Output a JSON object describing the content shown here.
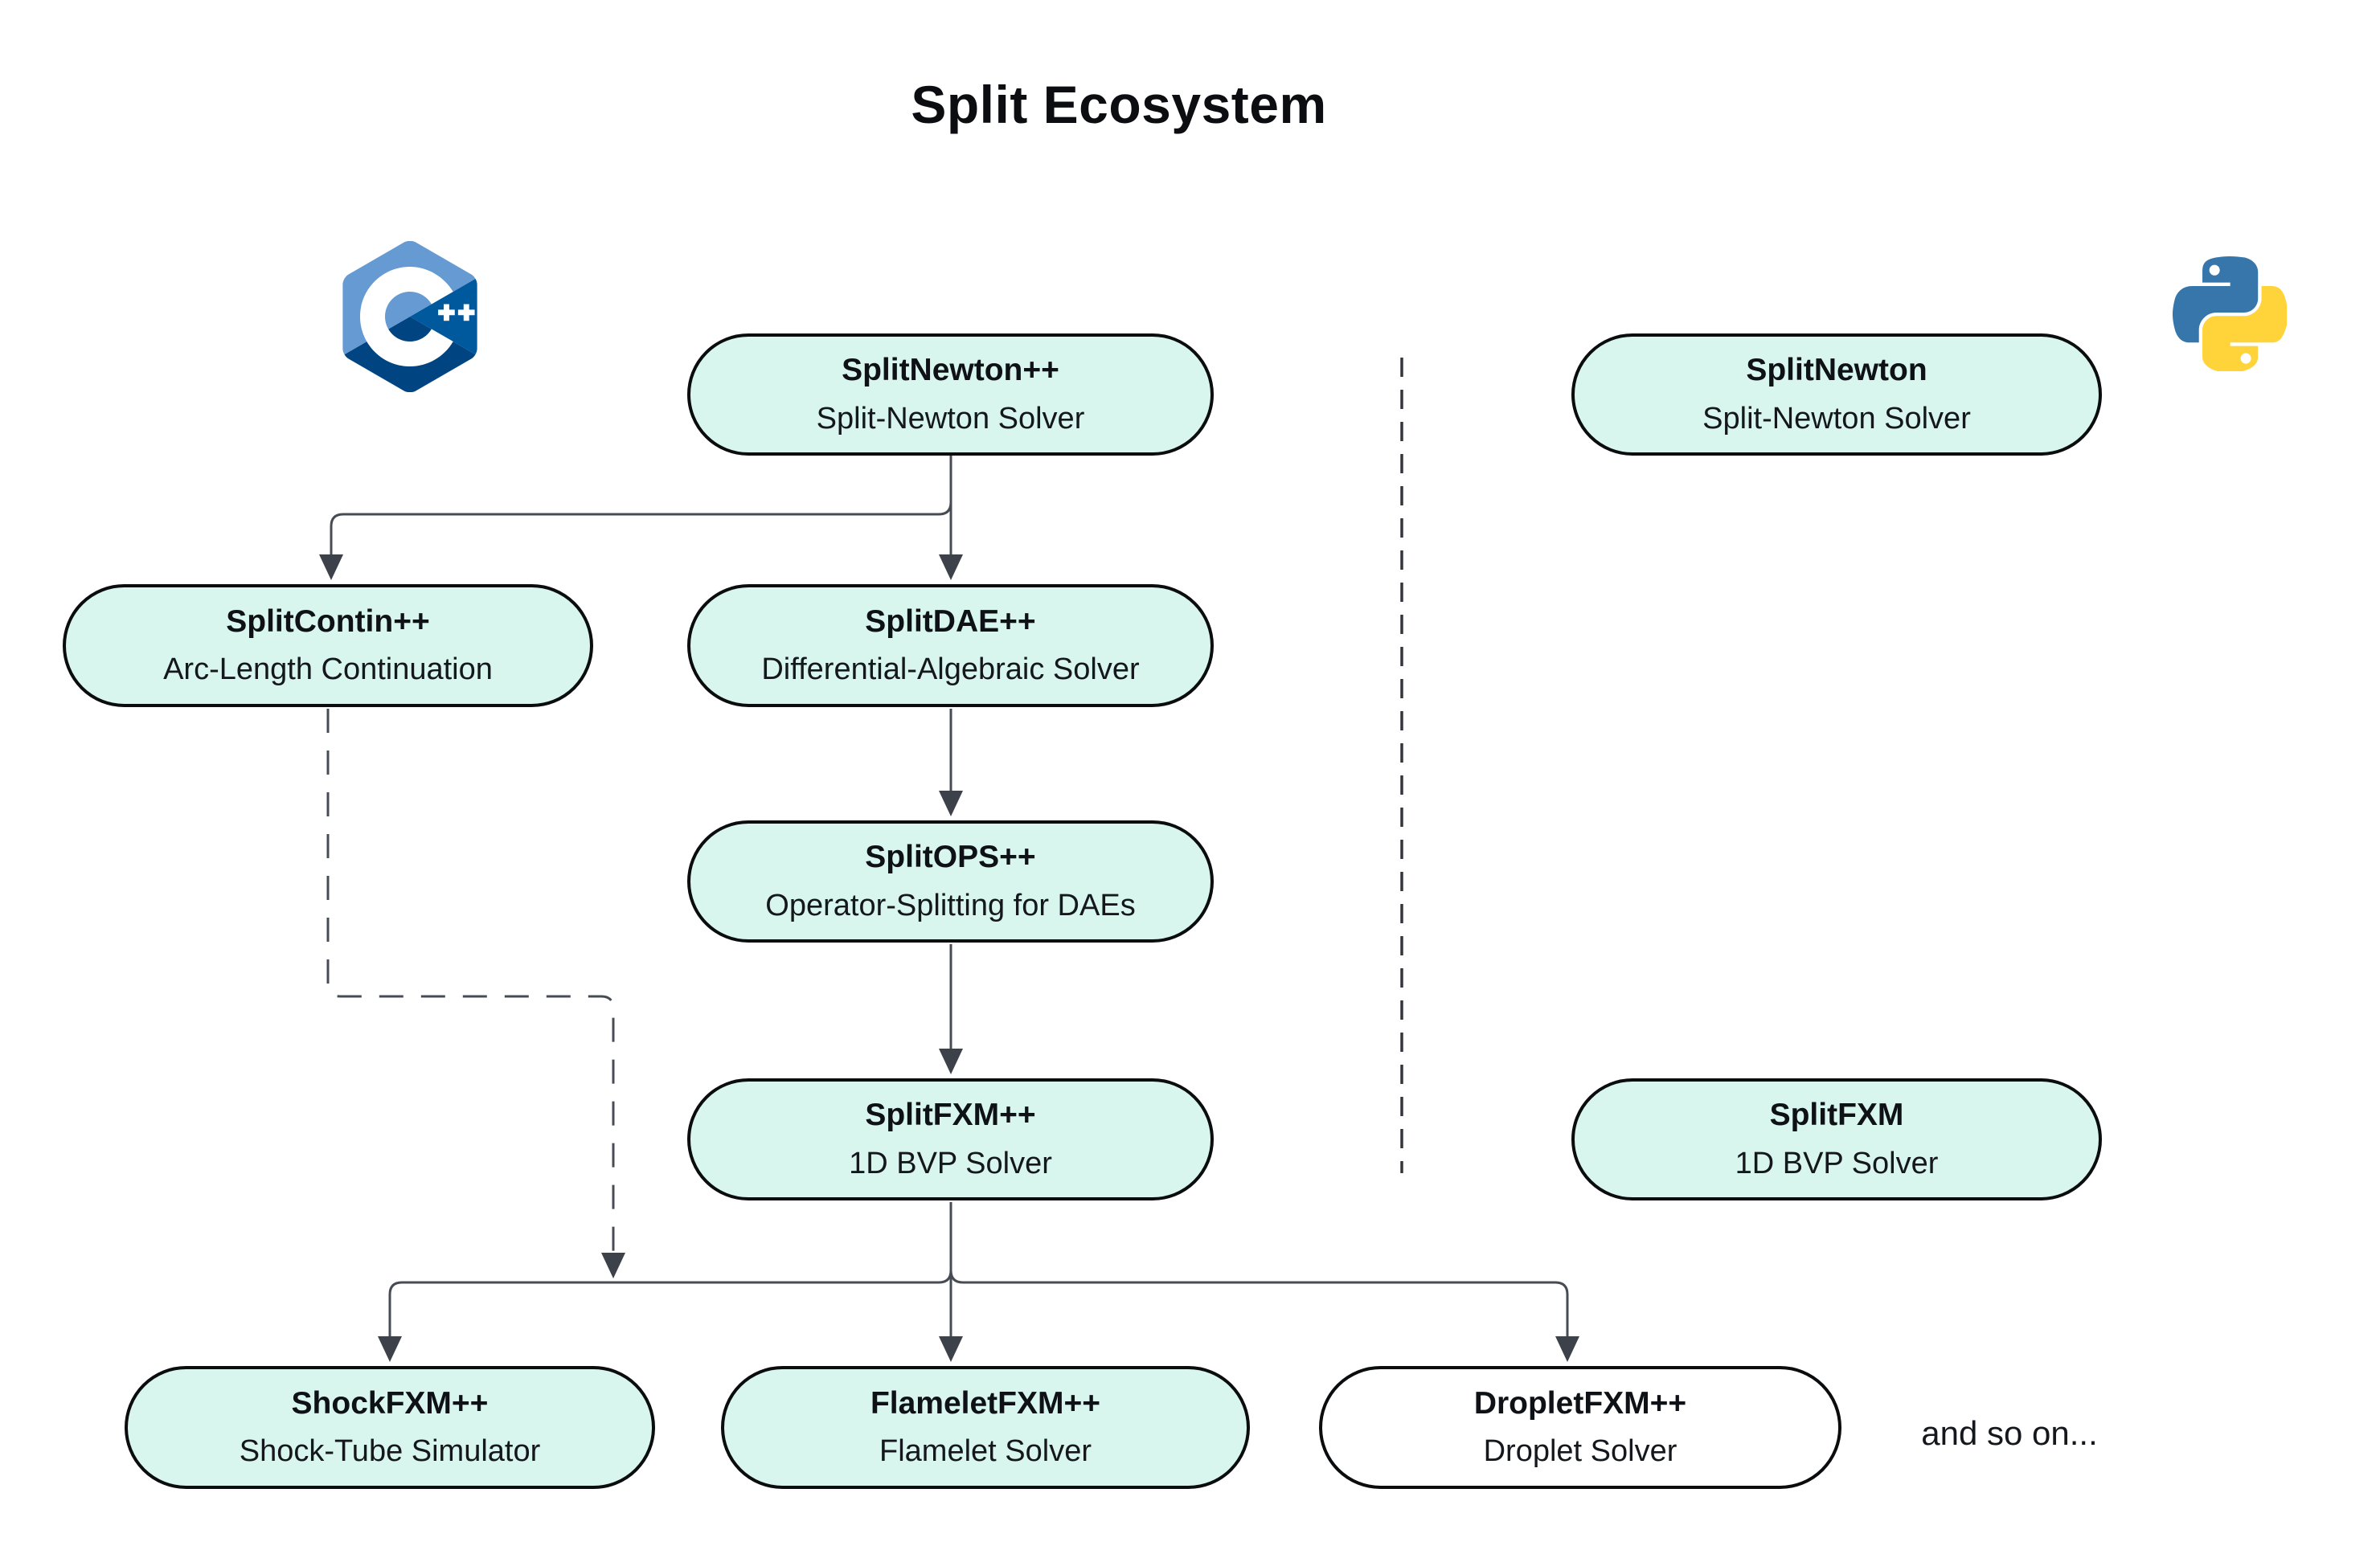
{
  "title": "Split Ecosystem",
  "annotation": "and so on...",
  "sections": {
    "left_language": "C++",
    "right_language": "Python",
    "left_icon": "cpp-logo",
    "right_icon": "python-logo"
  },
  "colors": {
    "node_fill": "#d8f5ee",
    "node_fill_alt": "#ffffff",
    "node_border": "#0a0c0e",
    "edge": "#474c54",
    "arrowhead": "#3d424a",
    "cpp_light_blue": "#659AD2",
    "cpp_dark_blue": "#00599C",
    "cpp_mid_blue": "#004482",
    "python_blue": "#3776AB",
    "python_yellow": "#FFD43B"
  },
  "nodes": {
    "splitnewton_pp": {
      "title": "SplitNewton++",
      "subtitle": "Split-Newton Solver"
    },
    "splitcontin_pp": {
      "title": "SplitContin++",
      "subtitle": "Arc-Length Continuation"
    },
    "splitdae_pp": {
      "title": "SplitDAE++",
      "subtitle": "Differential-Algebraic Solver"
    },
    "splitops_pp": {
      "title": "SplitOPS++",
      "subtitle": "Operator-Splitting for DAEs"
    },
    "splitfxm_pp": {
      "title": "SplitFXM++",
      "subtitle": "1D BVP Solver"
    },
    "shockfxm_pp": {
      "title": "ShockFXM++",
      "subtitle": "Shock-Tube Simulator"
    },
    "flameletfxm_pp": {
      "title": "FlameletFXM++",
      "subtitle": "Flamelet Solver"
    },
    "dropletfxm_pp": {
      "title": "DropletFXM++",
      "subtitle": "Droplet Solver"
    },
    "splitnewton_py": {
      "title": "SplitNewton",
      "subtitle": "Split-Newton Solver"
    },
    "splitfxm_py": {
      "title": "SplitFXM",
      "subtitle": "1D BVP Solver"
    }
  },
  "edges": [
    {
      "from": "splitnewton_pp",
      "to": "splitcontin_pp",
      "style": "solid"
    },
    {
      "from": "splitnewton_pp",
      "to": "splitdae_pp",
      "style": "solid"
    },
    {
      "from": "splitdae_pp",
      "to": "splitops_pp",
      "style": "solid"
    },
    {
      "from": "splitops_pp",
      "to": "splitfxm_pp",
      "style": "solid"
    },
    {
      "from": "splitfxm_pp",
      "to": "shockfxm_pp",
      "style": "solid"
    },
    {
      "from": "splitfxm_pp",
      "to": "flameletfxm_pp",
      "style": "solid"
    },
    {
      "from": "splitfxm_pp",
      "to": "dropletfxm_pp",
      "style": "solid"
    },
    {
      "from": "splitcontin_pp",
      "to": "fxm_branch",
      "style": "dashed"
    }
  ],
  "divider": {
    "style": "dashed-vertical"
  }
}
